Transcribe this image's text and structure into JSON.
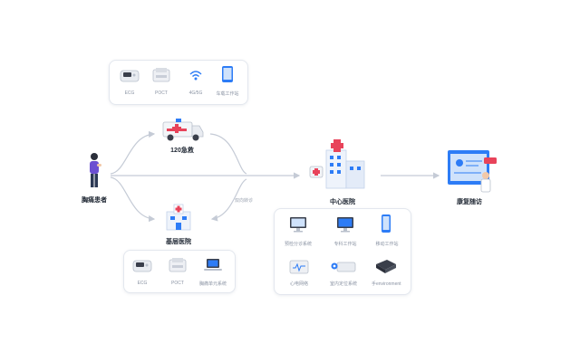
{
  "colors": {
    "primary_blue": "#2d7cf6",
    "light_blue": "#cfe2fb",
    "red_cross": "#e8435a",
    "arrow_gray": "#c5cbd6",
    "dark_device": "#3a3f4b"
  },
  "nodes": {
    "patient": "胸痛患者",
    "ambulance": "120急救",
    "community_hospital": "基层医院",
    "central_hospital": "中心医院",
    "recovery": "康复随访"
  },
  "edge_labels": {
    "referral": "双向转诊"
  },
  "ambulance_devices": [
    {
      "icon": "ecg-machine-icon",
      "label": "ECG"
    },
    {
      "icon": "poct-analyzer-icon",
      "label": "POCT"
    },
    {
      "icon": "wireless-4g5g-icon",
      "label": "4G/5G"
    },
    {
      "icon": "tablet-workstation-icon",
      "label": "车载工作站"
    }
  ],
  "community_devices": [
    {
      "icon": "ecg-machine-icon",
      "label": "ECG"
    },
    {
      "icon": "poct-analyzer-icon",
      "label": "POCT"
    },
    {
      "icon": "laptop-icon",
      "label": "胸痛单元系统"
    }
  ],
  "central_devices": [
    {
      "icon": "triage-monitor-icon",
      "label": "预检分诊系统"
    },
    {
      "icon": "specialist-monitor-icon",
      "label": "专科工作站"
    },
    {
      "icon": "mobile-workstation-icon",
      "label": "移动工作站"
    },
    {
      "icon": "ecg-network-icon",
      "label": "心电网络"
    },
    {
      "icon": "indoor-positioning-icon",
      "label": "室内定位系统"
    },
    {
      "icon": "handheld-device-icon",
      "label": "手environment"
    }
  ]
}
